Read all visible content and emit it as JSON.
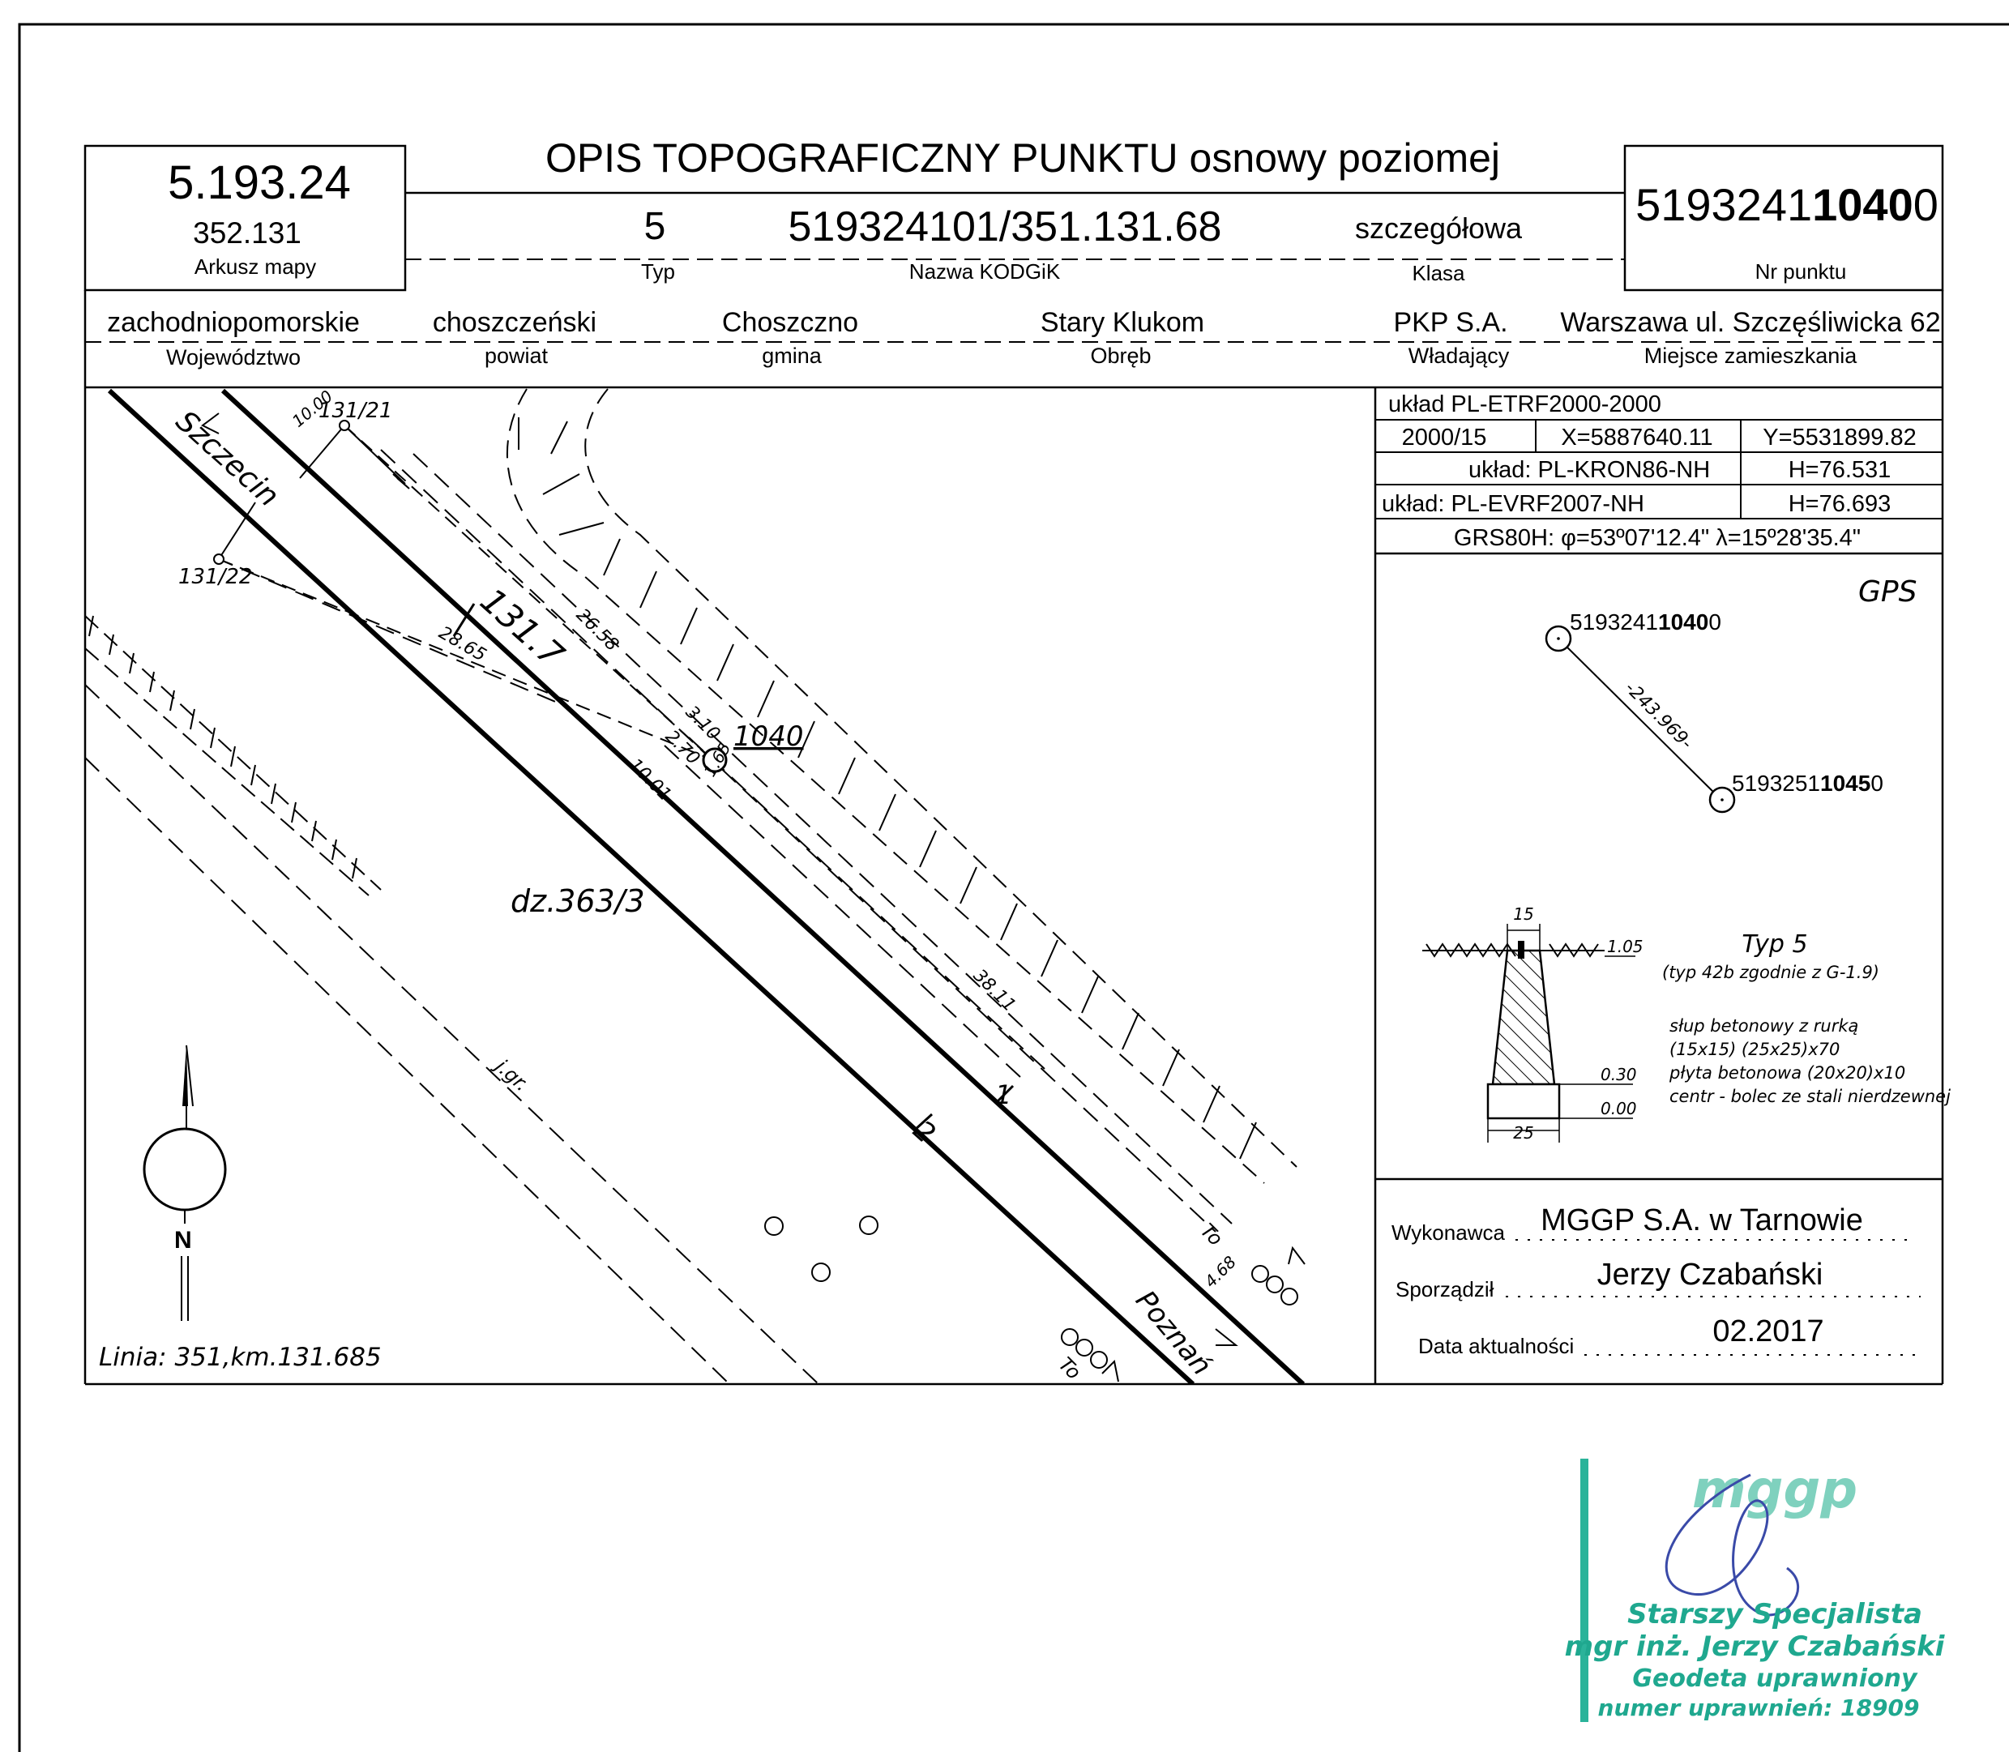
{
  "header": {
    "title": "OPIS TOPOGRAFICZNY PUNKTU osnowy poziomej",
    "sheet_number": "5.193.24",
    "sheet_sub": "352.131",
    "sheet_label": "Arkusz mapy",
    "type_value": "5",
    "type_label": "Typ",
    "kodgik_value": "519324101/351.131.68",
    "kodgik_label": "Nazwa KODGiK",
    "class_value": "szczegółowa",
    "class_label": "Klasa",
    "point_prefix": "5193241",
    "point_bold": "1040",
    "point_suffix": "0",
    "point_label": "Nr punktu"
  },
  "location": {
    "voivodeship": "zachodniopomorskie",
    "voivodeship_label": "Województwo",
    "county": "choszczeński",
    "county_label": "powiat",
    "commune": "Choszczno",
    "commune_label": "gmina",
    "precinct": "Stary Klukom",
    "precinct_label": "Obręb",
    "owner": "PKP S.A.",
    "owner_label": "Władający",
    "address": "Warszawa ul. Szczęśliwicka 62",
    "address_label": "Miejsce zamieszkania"
  },
  "coords": {
    "system1": "układ PL-ETRF2000-2000",
    "zone": "2000/15",
    "x": "X=5887640.11",
    "y": "Y=5531899.82",
    "system2": "układ: PL-KRON86-NH",
    "h1": "H=76.531",
    "system3": "układ: PL-EVRF2007-NH",
    "h2": "H=76.693",
    "grs": "GRS80H: φ=53º07'12.4\" λ=15º28'35.4\""
  },
  "gps": {
    "label": "GPS",
    "p1_prefix": "5193241",
    "p1_bold": "1040",
    "p1_suffix": "0",
    "distance": "-243.969-",
    "p2_prefix": "5193251",
    "p2_bold": "1045",
    "p2_suffix": "0"
  },
  "marker": {
    "dim_top": "15",
    "dim_bottom": "25",
    "level1": "1.05",
    "level2": "0.30",
    "level3": "0.00",
    "type_title": "Typ 5",
    "type_note": "(typ 42b zgodnie z G-1.9)",
    "desc1": "słup betonowy z rurką",
    "desc2": "(15x15) (25x25)x70",
    "desc3": "płyta betonowa (20x20)x10",
    "desc4": "centr - bolec ze stali nierdzewnej"
  },
  "credits": {
    "executor_label": "Wykonawca",
    "executor": "MGGP S.A.  w Tarnowie",
    "prepared_label": "Sporządził",
    "prepared": "Jerzy Czabański",
    "date_label": "Data aktualności",
    "date": "02.2017"
  },
  "map": {
    "szczecin": "Szczecin",
    "poznan": "Poznań",
    "p13121": "131/21",
    "p13122": "131/22",
    "km": "131.7",
    "point": "1040",
    "parcel": "dz.363/3",
    "line": "Linia: 351,km.131.685",
    "track1": "1",
    "track2": "2",
    "jgr": "j.gr.",
    "to1": "To",
    "to2": "To",
    "d1": "10.00",
    "d2": "28.65",
    "d3": "26.58",
    "d4": "3.10",
    "d5": "2.70",
    "d6": "1.65",
    "d7": "10.01",
    "d8": "38.11",
    "d9": "4.68",
    "north": "N"
  },
  "stamp": {
    "logo": "mggp",
    "line1": "Starszy Specjalista",
    "line2": "mgr inż. Jerzy Czabański",
    "line3": "Geodeta uprawniony",
    "line4": "numer uprawnień: 18909"
  }
}
